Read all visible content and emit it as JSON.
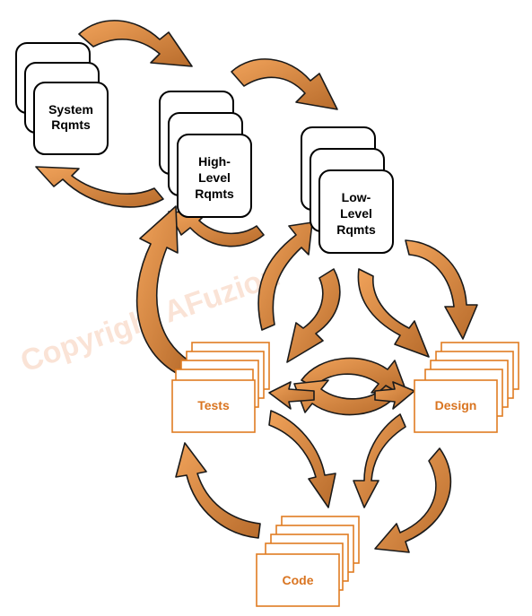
{
  "colors": {
    "arrow_fill": "#e08f44",
    "arrow_dark": "#b86c2c",
    "arrow_stroke": "#1a1a1a",
    "artifact_stroke": "#e07c22",
    "artifact_text": "#d97420",
    "requirement_stroke": "#000000",
    "watermark": "#f7cdb5"
  },
  "watermark": {
    "text": "Copyright AFuzion"
  },
  "requirements": [
    {
      "id": "system",
      "lines": [
        "System",
        "Rqmts"
      ]
    },
    {
      "id": "high-level",
      "lines": [
        "High-",
        "Level",
        "Rqmts"
      ]
    },
    {
      "id": "low-level",
      "lines": [
        "Low-",
        "Level",
        "Rqmts"
      ]
    }
  ],
  "artifacts": [
    {
      "id": "tests",
      "label": "Tests"
    },
    {
      "id": "design",
      "label": "Design"
    },
    {
      "id": "code",
      "label": "Code"
    }
  ]
}
